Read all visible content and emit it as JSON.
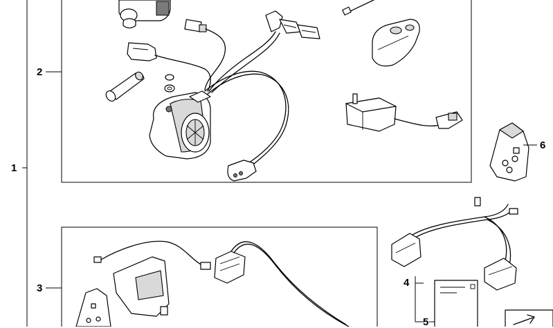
{
  "callouts": {
    "c1": "1",
    "c2": "2",
    "c3": "3",
    "c4": "4",
    "c5": "5",
    "c6": "6"
  },
  "colors": {
    "line": "#000000",
    "background": "#ffffff",
    "shade": "#d9d9d9"
  },
  "icons": [
    "siren-icon",
    "remote-fob-icon",
    "tilt-sensor-icon",
    "wiring-harness-icon",
    "mounting-bracket-icon",
    "instruction-leaflet-icon"
  ]
}
